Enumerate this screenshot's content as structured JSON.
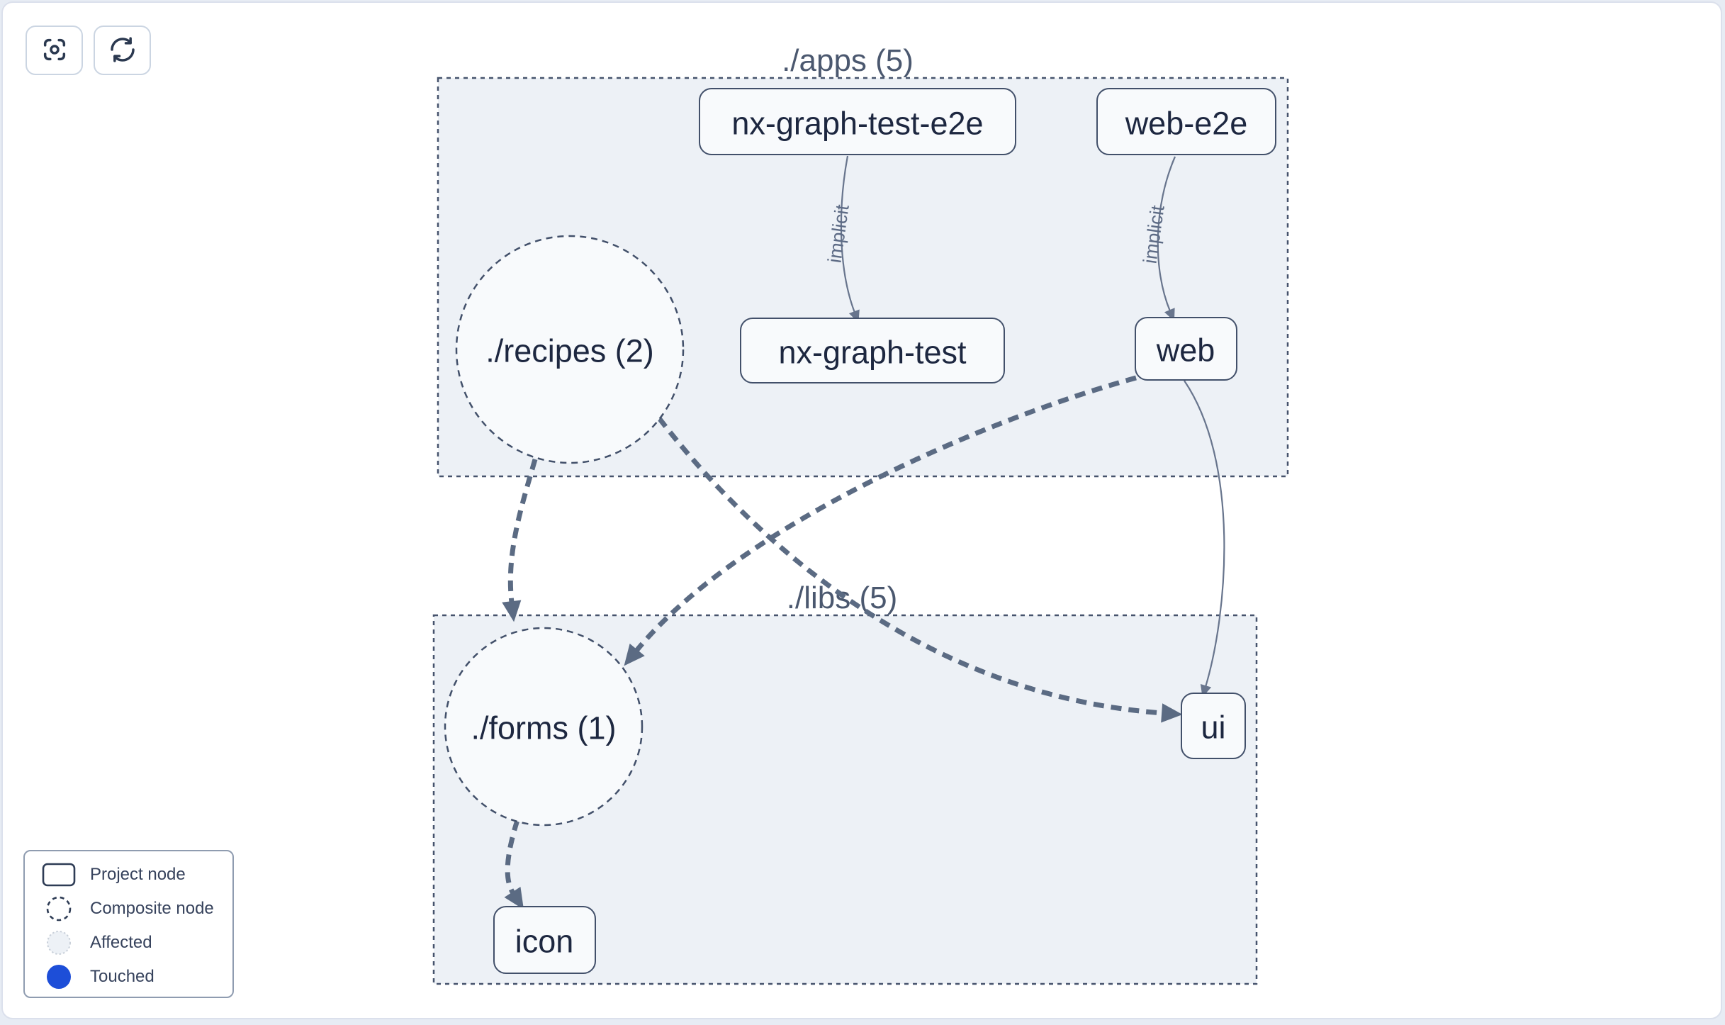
{
  "toolbar": {
    "buttons": [
      {
        "name": "focus",
        "icon": "focus-crosshair-icon"
      },
      {
        "name": "refresh",
        "icon": "refresh-icon"
      }
    ]
  },
  "graph": {
    "clusters": [
      {
        "id": "apps",
        "label": "./apps (5)"
      },
      {
        "id": "libs",
        "label": "./libs (5)"
      }
    ],
    "nodes": [
      {
        "id": "nx-graph-test-e2e",
        "label": "nx-graph-test-e2e",
        "type": "project"
      },
      {
        "id": "web-e2e",
        "label": "web-e2e",
        "type": "project"
      },
      {
        "id": "recipes",
        "label": "./recipes (2)",
        "type": "composite"
      },
      {
        "id": "nx-graph-test",
        "label": "nx-graph-test",
        "type": "project"
      },
      {
        "id": "web",
        "label": "web",
        "type": "project"
      },
      {
        "id": "forms",
        "label": "./forms (1)",
        "type": "composite"
      },
      {
        "id": "ui",
        "label": "ui",
        "type": "project"
      },
      {
        "id": "icon",
        "label": "icon",
        "type": "project"
      }
    ],
    "edges": [
      {
        "from": "nx-graph-test-e2e",
        "to": "nx-graph-test",
        "label": "implicit",
        "style": "solid"
      },
      {
        "from": "web-e2e",
        "to": "web",
        "label": "implicit",
        "style": "solid"
      },
      {
        "from": "./recipes (2)",
        "to": "./forms (1)",
        "label": "",
        "style": "dashed"
      },
      {
        "from": "./recipes (2)",
        "to": "ui",
        "label": "",
        "style": "dashed"
      },
      {
        "from": "web",
        "to": "./forms (1)",
        "label": "",
        "style": "dashed"
      },
      {
        "from": "web",
        "to": "ui",
        "label": "",
        "style": "solid"
      },
      {
        "from": "./forms (1)",
        "to": "icon",
        "label": "",
        "style": "dashed"
      }
    ]
  },
  "legend": {
    "items": [
      {
        "label": "Project node",
        "swatch": "project-rect",
        "color": "#ffffff"
      },
      {
        "label": "Composite node",
        "swatch": "dashed-circle",
        "color": "#ffffff"
      },
      {
        "label": "Affected",
        "swatch": "light-dotted-circle",
        "color": "#edf1f6"
      },
      {
        "label": "Touched",
        "swatch": "filled-circle",
        "color": "#1d4ed8"
      }
    ]
  },
  "colors": {
    "cluster_fill": "#edf1f6",
    "node_fill": "#f8fafc",
    "node_border": "#42506a",
    "edge_thin": "#68758d",
    "edge_thick": "#5b6b83",
    "touched_blue": "#1d4ed8"
  }
}
